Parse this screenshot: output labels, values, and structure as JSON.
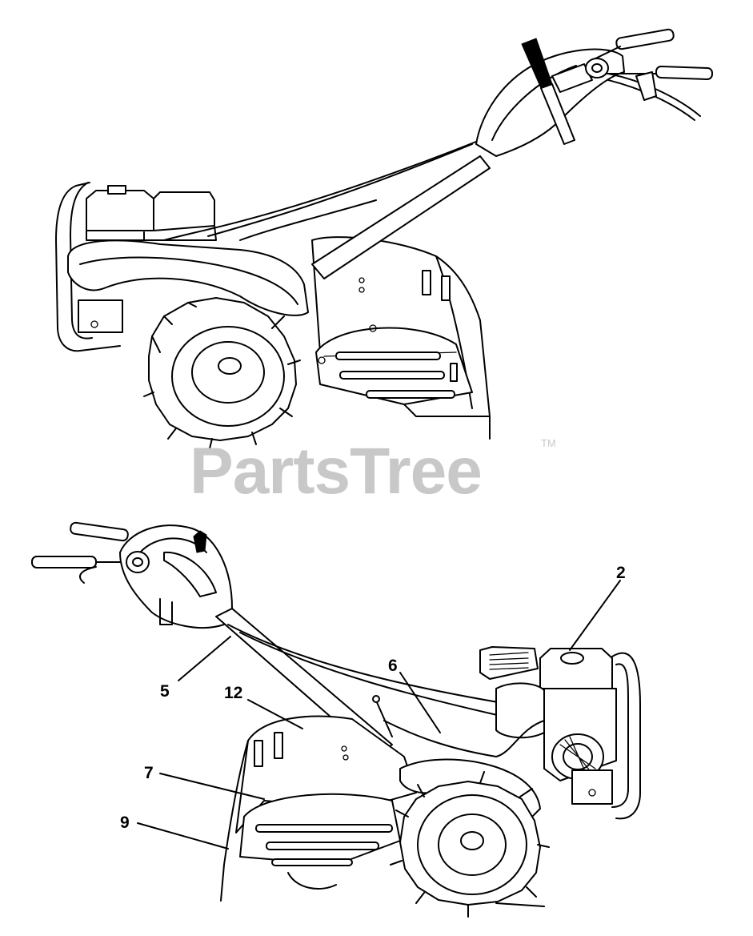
{
  "watermark": {
    "text": "PartsTree",
    "trademark": "TM"
  },
  "callouts": [
    {
      "id": "2",
      "label": "2"
    },
    {
      "id": "5",
      "label": "5"
    },
    {
      "id": "6",
      "label": "6"
    },
    {
      "id": "12",
      "label": "12"
    },
    {
      "id": "7",
      "label": "7"
    },
    {
      "id": "9",
      "label": "9"
    }
  ]
}
